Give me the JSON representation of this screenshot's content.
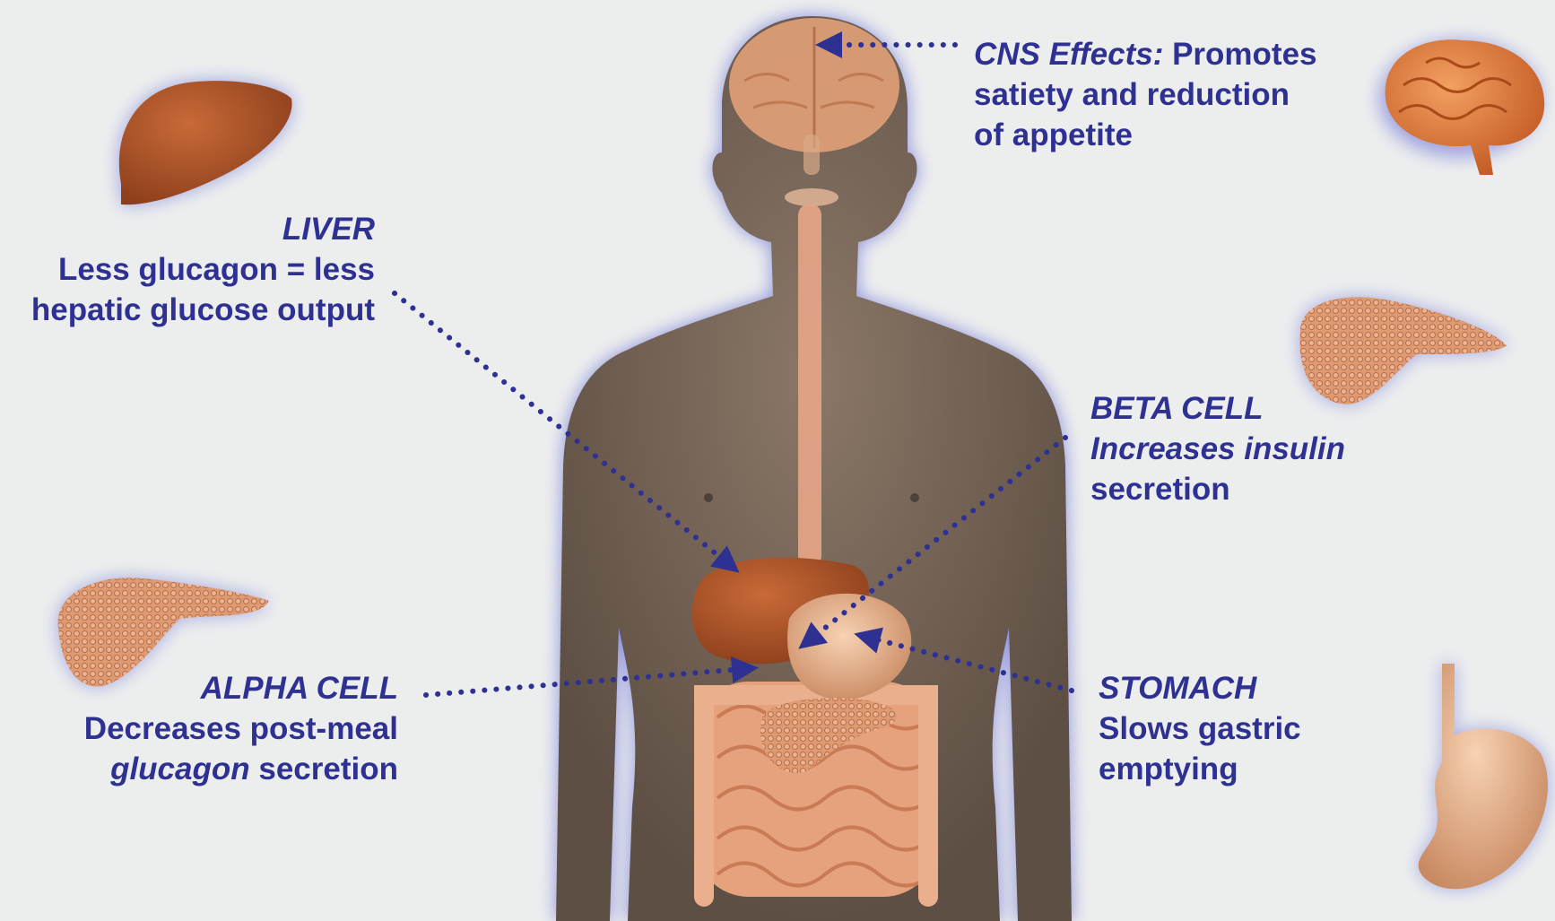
{
  "colors": {
    "label_text": "#2e3192",
    "arrow": "#2e3192",
    "background": "#eceeee",
    "glow": "#6a6fd6",
    "body": "#6e5e51",
    "liver": "#b95a2c",
    "pancreas": "#d9916b",
    "stomach": "#e8ae88",
    "brain": "#e07b3c"
  },
  "icons": [
    "liver-icon",
    "pancreas-icon",
    "brain-icon",
    "stomach-icon",
    "human-body-figure"
  ],
  "cns": {
    "title": "CNS Effects:",
    "line1_rest": " Promotes",
    "line2": "satiety and reduction",
    "line3": "of appetite"
  },
  "liver": {
    "title": "LIVER",
    "line1": "Less glucagon = less",
    "line2": "hepatic glucose output"
  },
  "beta": {
    "title": "BETA CELL",
    "line1": "Increases insulin",
    "line2": "secretion"
  },
  "alpha": {
    "title": "ALPHA CELL",
    "line1": "Decreases post-meal",
    "line2_italic": "glucagon",
    "line2_rest": " secretion"
  },
  "stomach": {
    "title": "STOMACH",
    "line1": "Slows gastric",
    "line2": "emptying"
  }
}
